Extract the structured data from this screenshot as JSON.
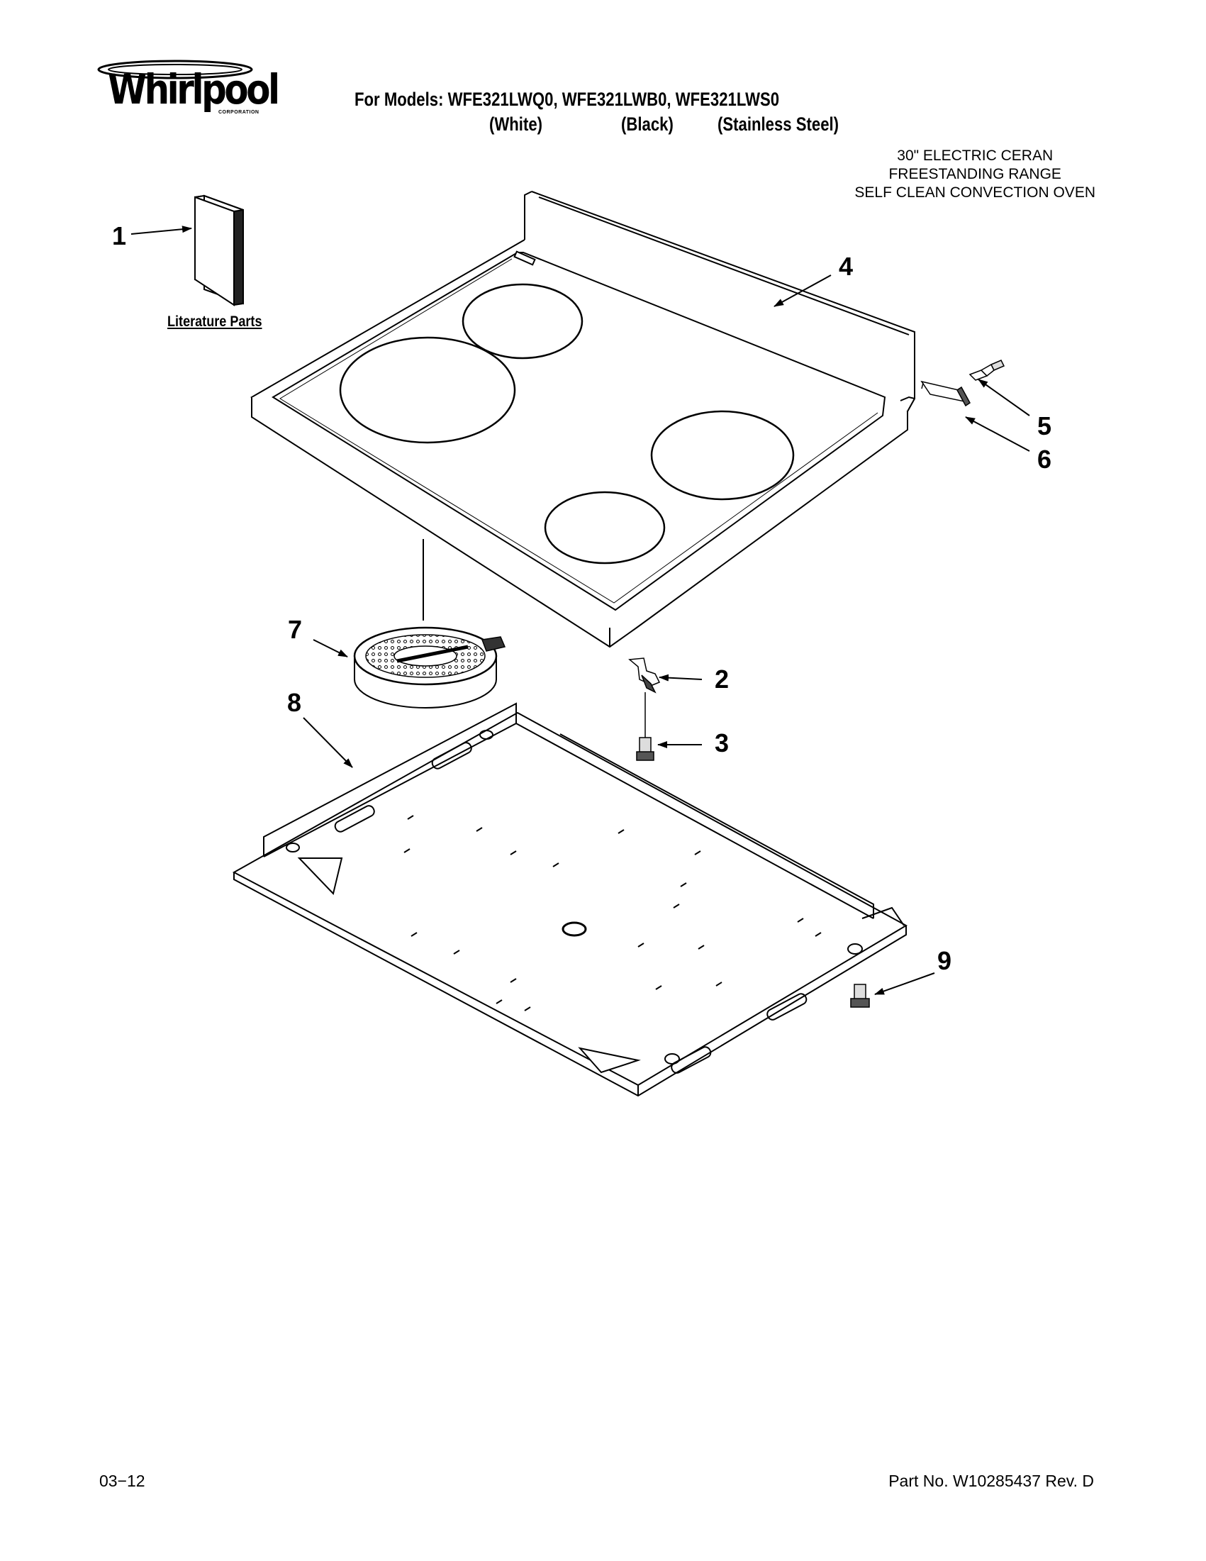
{
  "header": {
    "brand_name": "Whirlpool",
    "brand_subtitle": "CORPORATION",
    "models_line": "For Models: WFE321LWQ0, WFE321LWB0, WFE321LWS0",
    "variants": [
      "(White)",
      "(Black)",
      "(Stainless Steel)"
    ],
    "description": [
      "30\" ELECTRIC CERAN",
      "FREESTANDING RANGE",
      "SELF CLEAN CONVECTION OVEN"
    ]
  },
  "diagram": {
    "literature_caption": "Literature Parts",
    "callouts": [
      "1",
      "2",
      "3",
      "4",
      "5",
      "6",
      "7",
      "8",
      "9"
    ]
  },
  "footer": {
    "date_code": "03−12",
    "part_number": "Part No. W10285437 Rev. D"
  }
}
